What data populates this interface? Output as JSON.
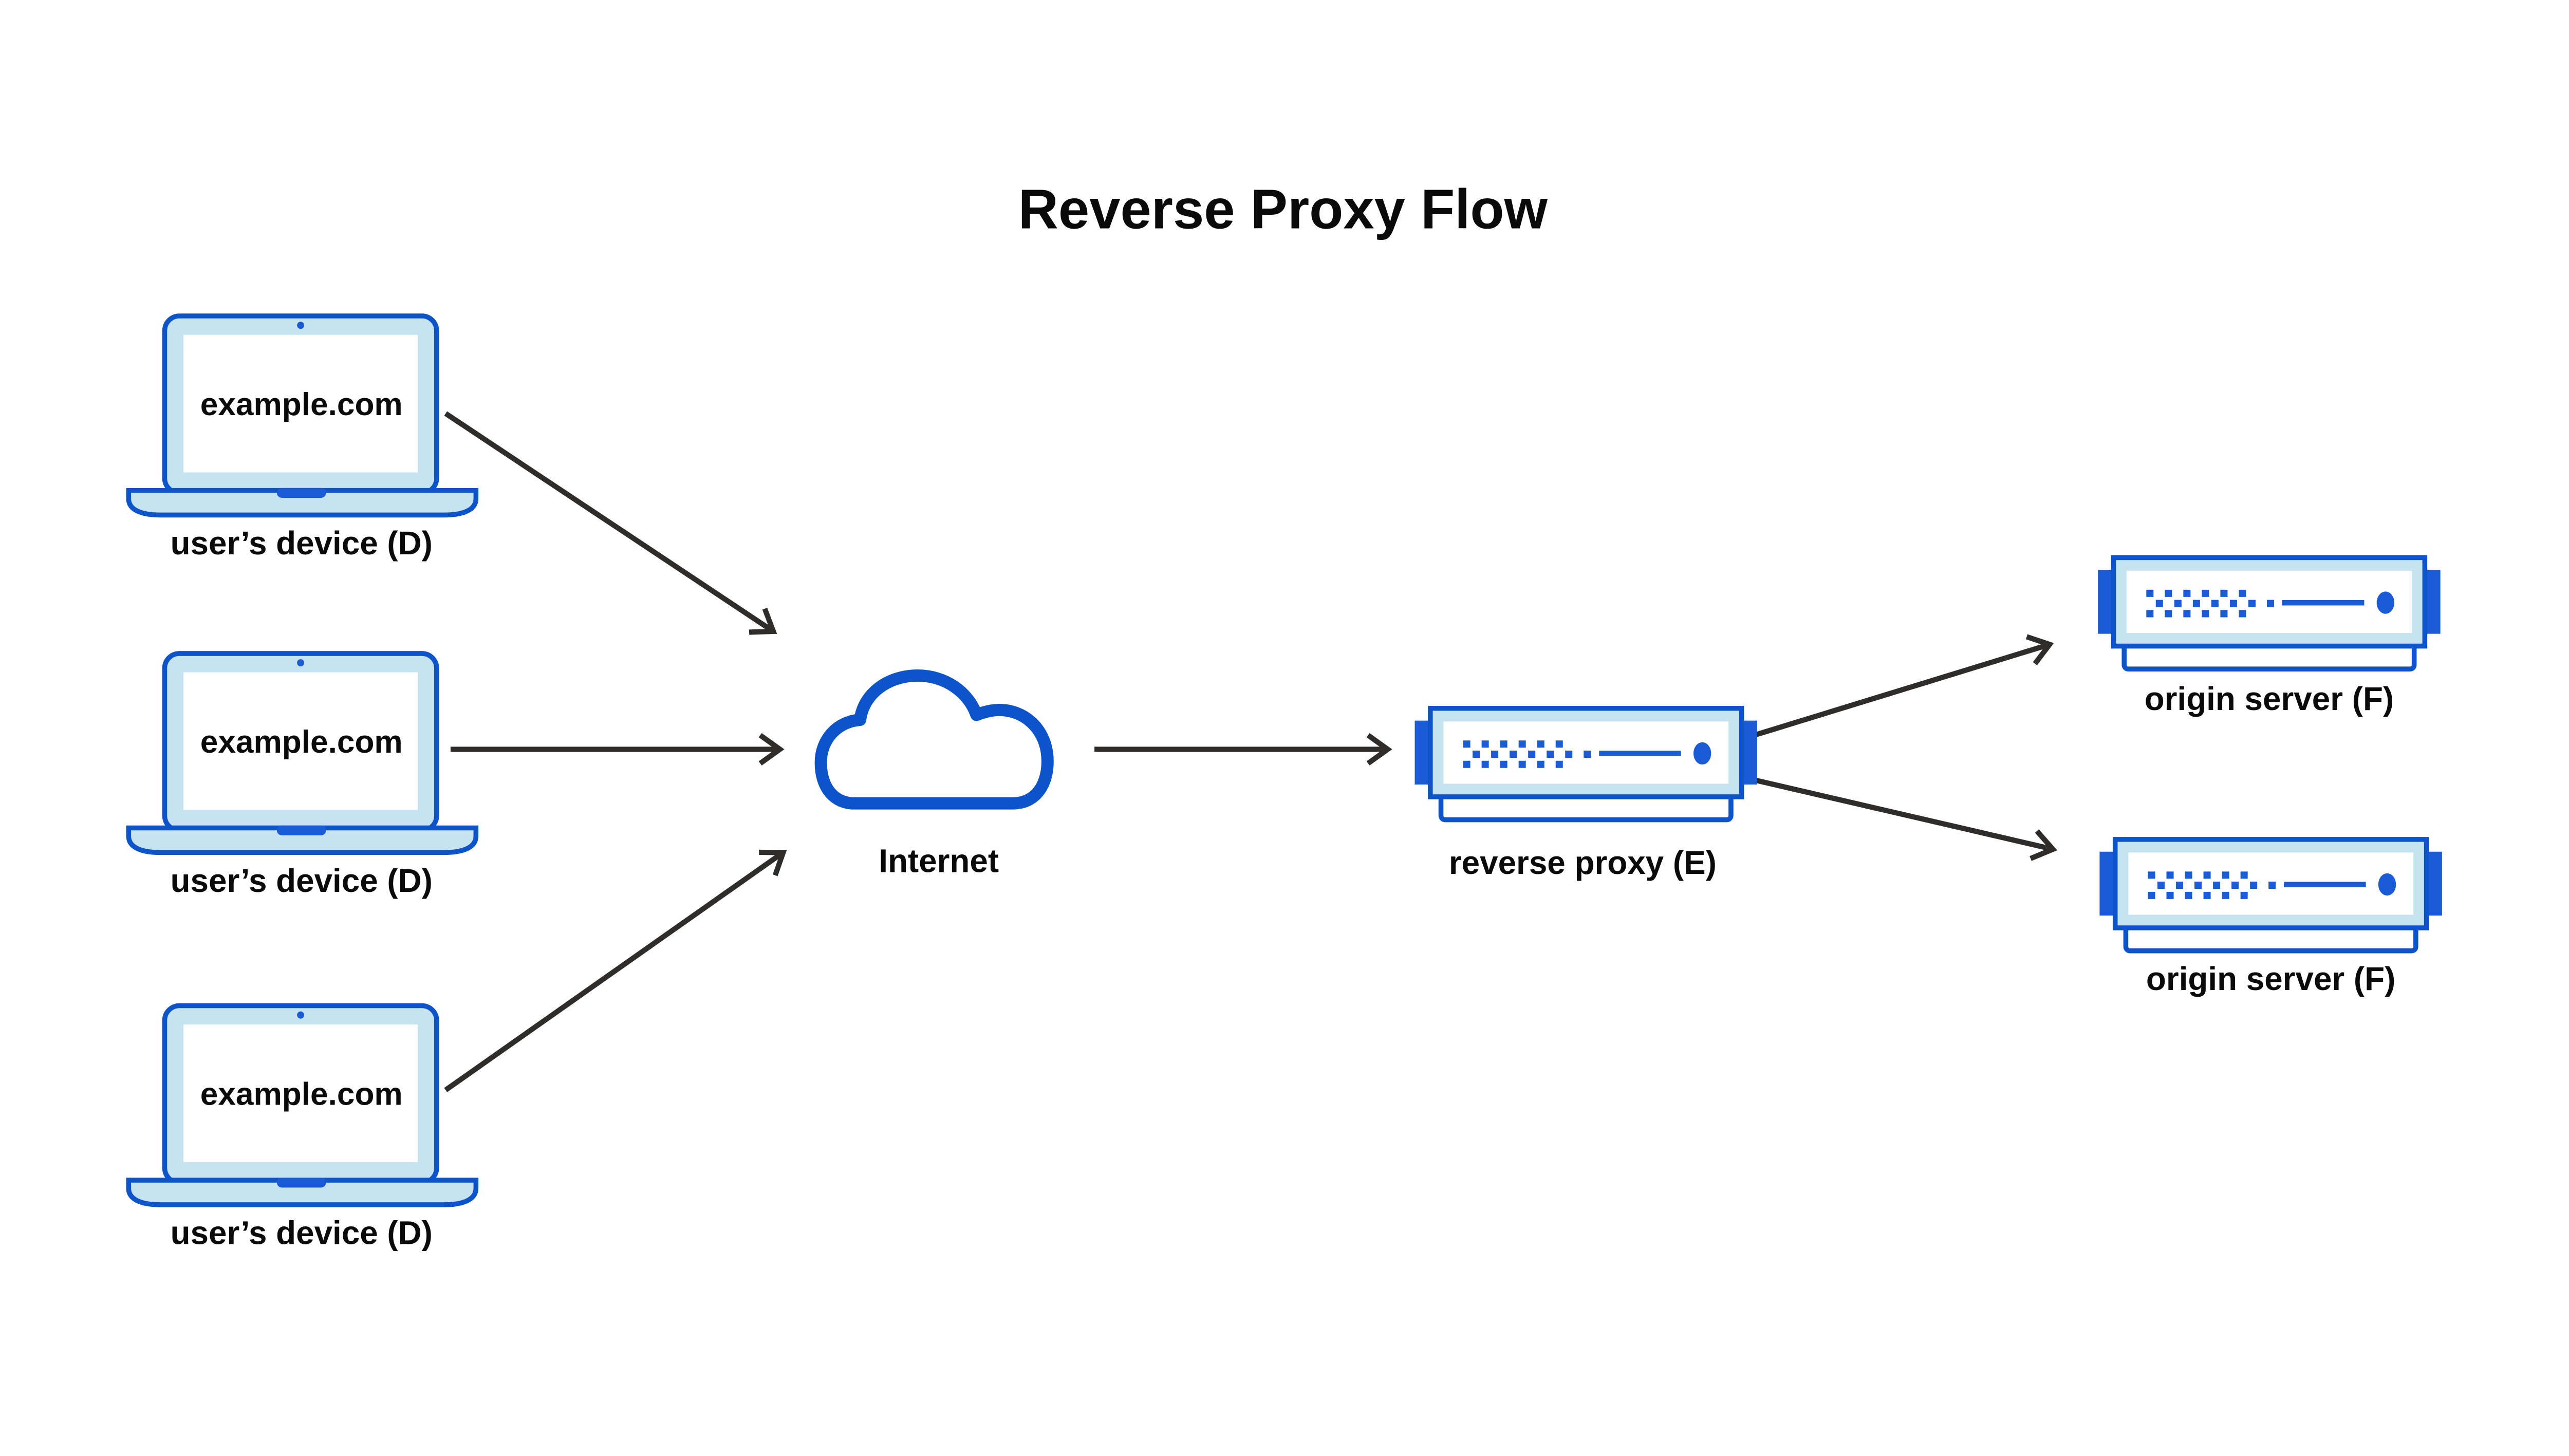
{
  "title": "Reverse Proxy Flow",
  "colors": {
    "outline_blue": "#0d54ca",
    "accent_blue": "#1a5cd8",
    "panel_light_blue": "#c5e3f0",
    "arrow_dark": "#2e2d2b",
    "text_black": "#0a0a0a",
    "background": "#ffffff"
  },
  "devices": [
    {
      "screen_text": "example.com",
      "label": "user’s device (D)"
    },
    {
      "screen_text": "example.com",
      "label": "user’s device (D)"
    },
    {
      "screen_text": "example.com",
      "label": "user’s device (D)"
    }
  ],
  "internet": {
    "label": "Internet"
  },
  "reverse_proxy": {
    "label": "reverse proxy (E)"
  },
  "origin_servers": [
    {
      "label": "origin server (F)"
    },
    {
      "label": "origin server (F)"
    }
  ]
}
